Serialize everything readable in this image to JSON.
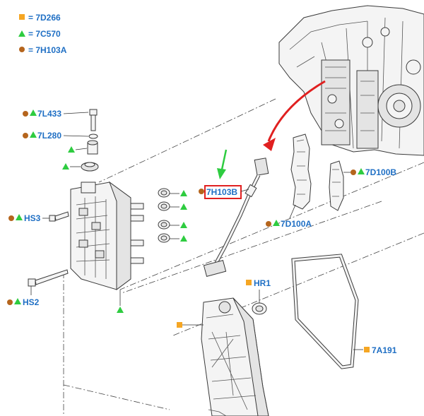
{
  "legend": [
    {
      "symbol": "square",
      "text": "= 7D266"
    },
    {
      "symbol": "triangle",
      "text": "= 7C570"
    },
    {
      "symbol": "circle",
      "text": "= 7H103A"
    }
  ],
  "callouts": {
    "c_7L433": "7L433",
    "c_7L280": "7L280",
    "c_HS3": "HS3",
    "c_HS2": "HS2",
    "c_7H103B": "7H103B",
    "c_7D100A": "7D100A",
    "c_7D100B": "7D100B",
    "c_HR1": "HR1",
    "c_7A191": "7A191"
  },
  "highlighted_part": "7H103B",
  "colors": {
    "square": "#f5a623",
    "triangle": "#2ecc40",
    "circle": "#b5651d",
    "label": "#1f6fc4",
    "highlight_box": "#e02020",
    "indicator_arrow_red": "#e02020",
    "indicator_arrow_green": "#2ecc40"
  }
}
